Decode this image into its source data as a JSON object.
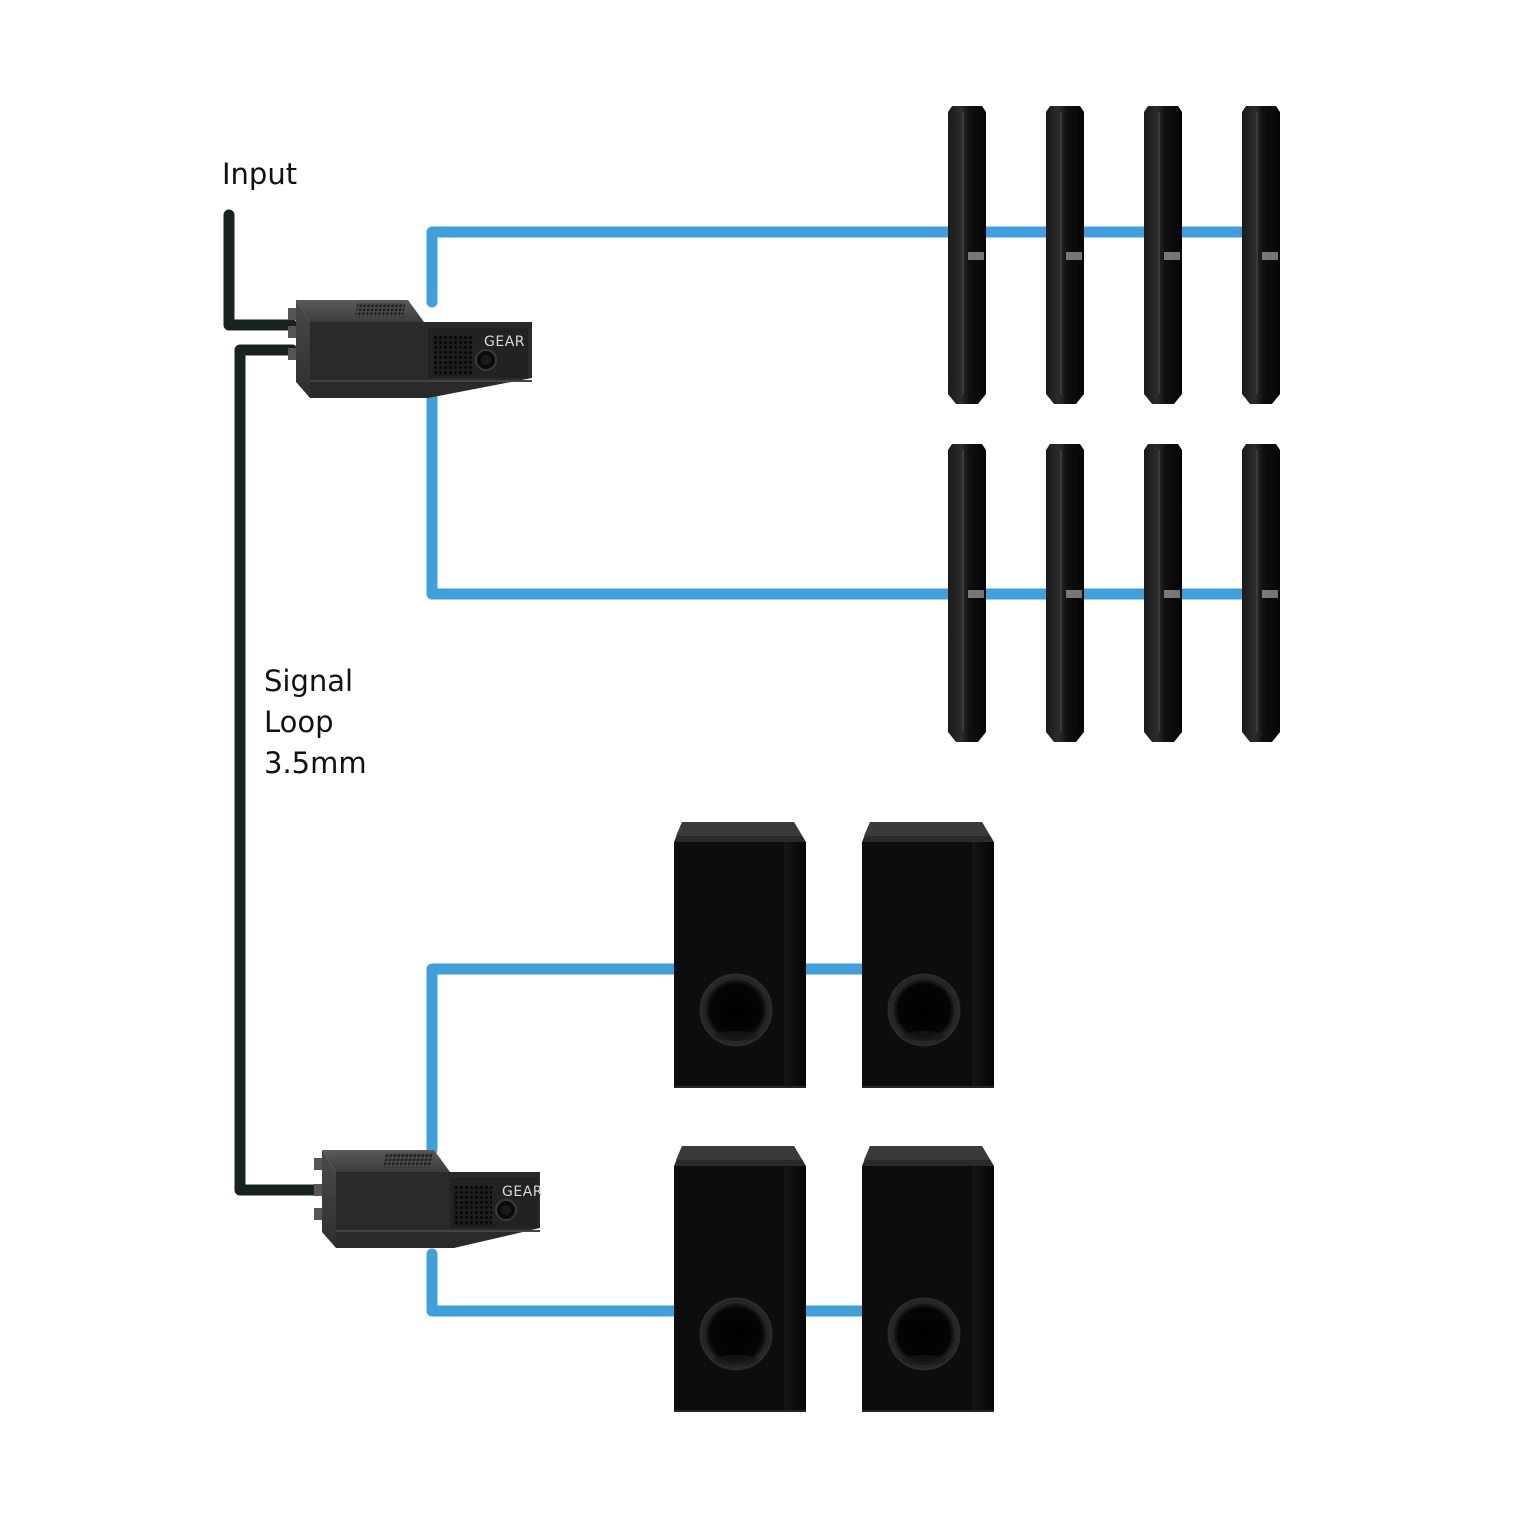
{
  "labels": {
    "input": "Input",
    "signal_loop_line1": "Signal",
    "signal_loop_line2": "Loop",
    "signal_loop_line3": "3.5mm"
  },
  "brand": "GEAR",
  "colors": {
    "speaker_cable": "#3fa0dc",
    "signal_cable": "#17241e",
    "device_body": "#3a3a3a",
    "cabinet": "#0d0d0d"
  },
  "icons": {
    "amplifier": "amplifier-icon",
    "column_speaker": "column-speaker-icon",
    "subwoofer": "subwoofer-icon"
  }
}
